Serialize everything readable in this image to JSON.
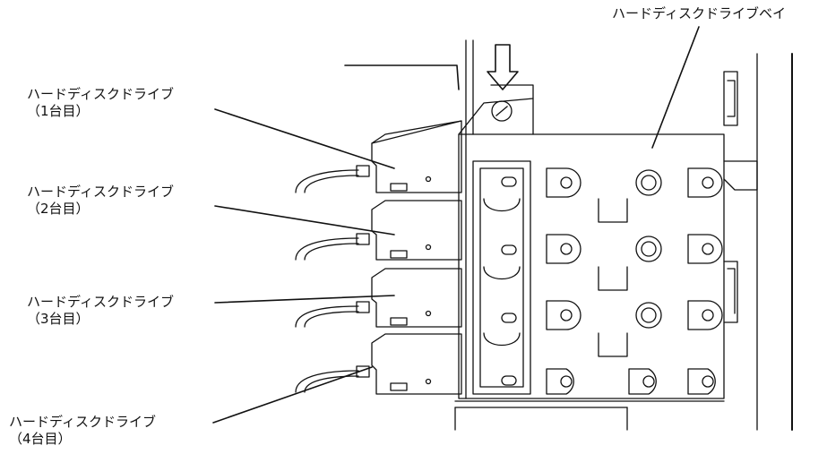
{
  "labels": {
    "bay": "ハードディスクドライブベイ",
    "drives": [
      {
        "name": "ハードディスクドライブ",
        "order": "（1台目）"
      },
      {
        "name": "ハードディスクドライブ",
        "order": "（2台目）"
      },
      {
        "name": "ハードディスクドライブ",
        "order": "（3台目）"
      },
      {
        "name": "ハードディスクドライブ",
        "order": "（4台目）"
      }
    ]
  },
  "icons": {
    "insert_direction": "down-arrow-icon",
    "screw": "screw-icon"
  },
  "colors": {
    "line": "#111111",
    "background": "#ffffff"
  }
}
